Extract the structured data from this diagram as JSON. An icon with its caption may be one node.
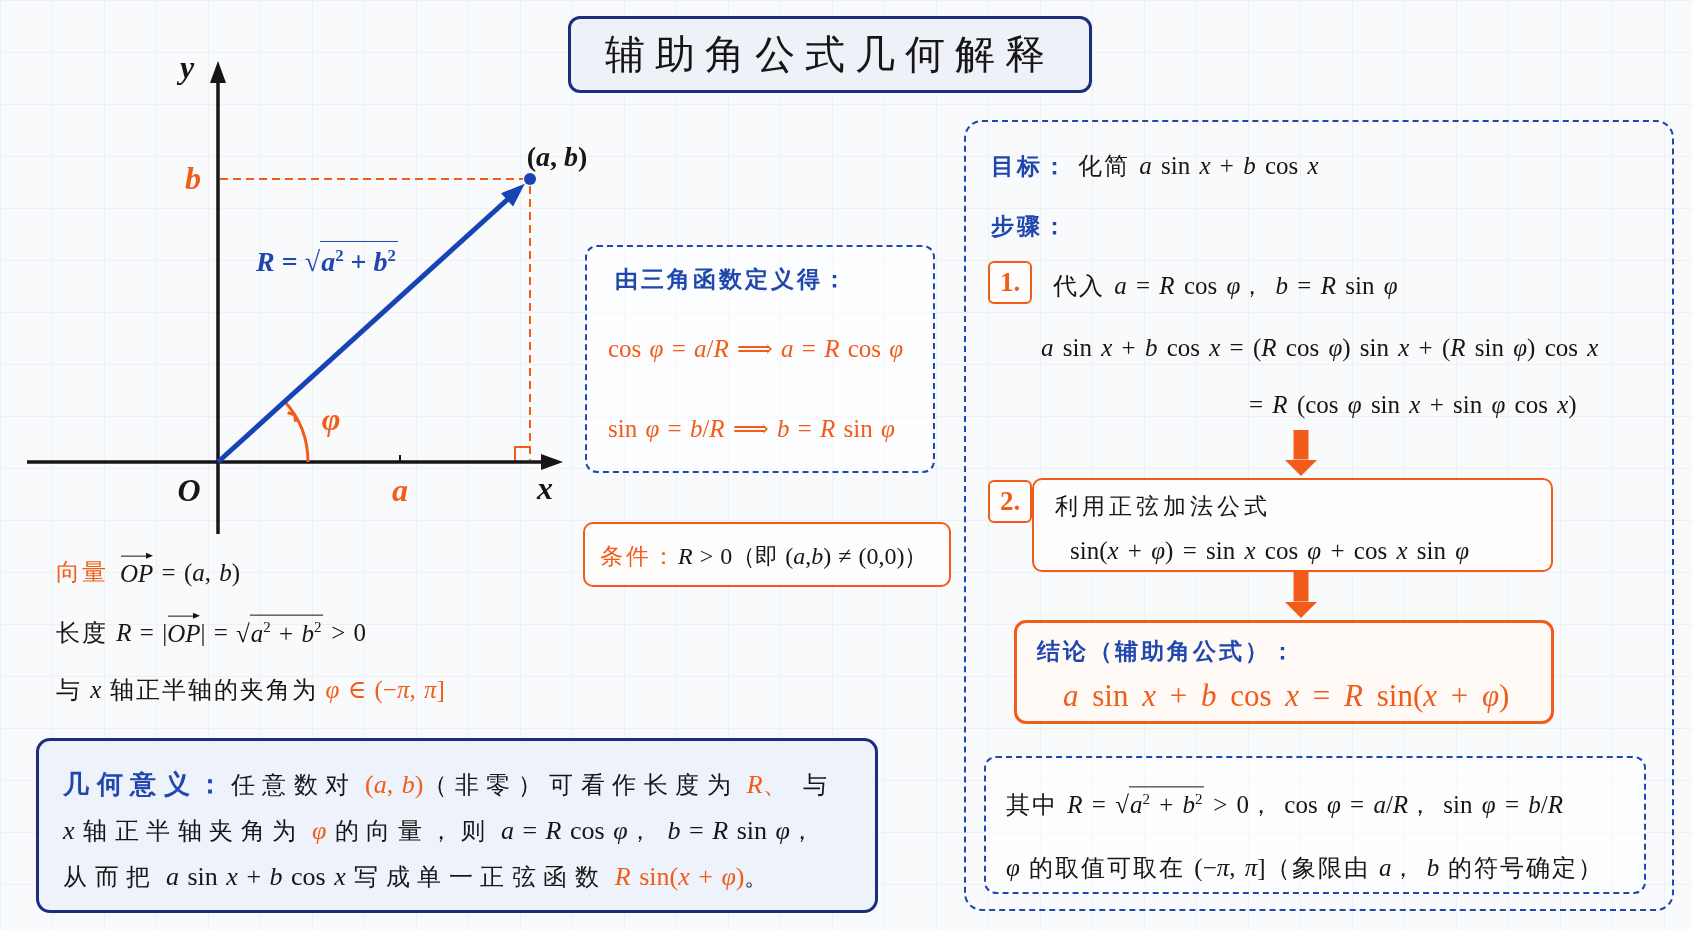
{
  "diagram": {
    "title": "辅助角公式几何解释",
    "nodes": [
      {
        "text": [
          "由三角函数定义得：",
          "cos φ = a/R ⟹ a = R cos φ",
          "sin φ = b/R ⟹ b = R sin φ"
        ]
      },
      {
        "text": [
          "条件：",
          "R > 0（即 (a,b) ≠ (0,0)）"
        ]
      },
      {
        "text": [
          "**几何意义：**任意数对 *(a, b)*（非零）可看作长度为 *R、* 与 x 轴正半轴夹角为 *φ* 的向量，则 a = R cos φ， b = R sin φ，从而把 a sin x + b cos x 写成单一正弦函数 *R sin(x + φ)*。"
        ]
      },
      {
        "text": [
          "目标：",
          "化简 a sin x + b cos x",
          "步骤："
        ]
      },
      {
        "text": [
          "1."
        ],
        "in": 3
      },
      {
        "text": [
          "代入 a = R cos φ， b = R sin φ",
          "a sin x + b cos x = (R cos φ) sin x + (R sin φ) cos x",
          "= R (cos φ sin x + sin φ cos x)"
        ],
        "in": 3
      },
      {
        "text": [
          "2."
        ],
        "in": 3
      },
      {
        "text": [
          "利用正弦加法公式",
          "sin(x + φ) = sin x cos φ + cos x sin φ"
        ],
        "in": 3
      },
      {
        "text": [
          "结论（辅助角公式）：",
          "a sin x + b cos x = R sin(x + φ)"
        ],
        "in": 3
      },
      {
        "text": [
          "其中 R = √a$^{2}$ + b$^{2}$ > 0， cos φ = a/R， sin φ = b/R",
          "φ 的取值可取在 (−π, π]（象限由 a， b 的符号确定）"
        ],
        "in": 3
      }
    ],
    "edges": [
      {
        "from": 5,
        "to": 7,
        "arrow": "to"
      },
      {
        "from": 7,
        "to": 8,
        "arrow": "to"
      }
    ],
    "labels": [
      "y",
      "(a, b)",
      "b",
      "R = √a$^{2}$ + b$^{2}$",
      "φ",
      "O",
      "a",
      "x",
      "向量",
      "OP⃗ = (a, b)",
      "长度 R = |OP⃗| = √a$^{2}$ + b$^{2}$ > 0",
      "与 x 轴正半轴的夹角为",
      "φ ∈ (−π, π]"
    ]
  }
}
